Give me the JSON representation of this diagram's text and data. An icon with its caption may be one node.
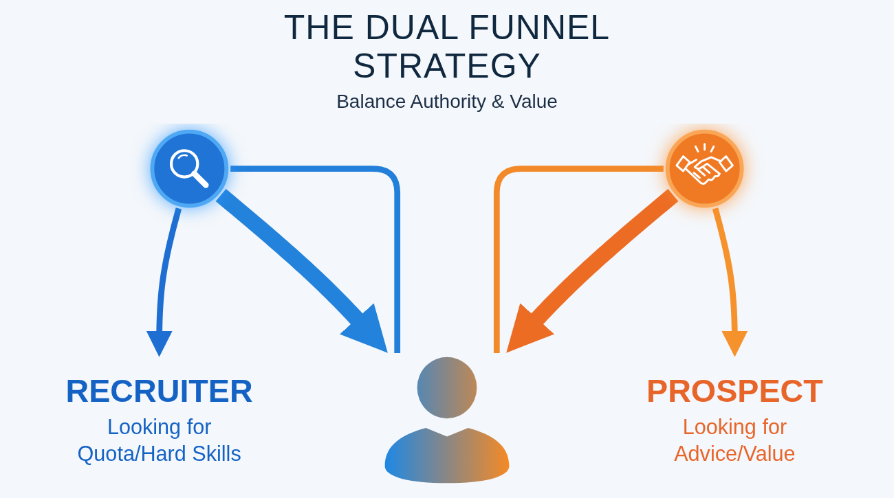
{
  "diagram": {
    "title": "THE DUAL FUNNEL STRATEGY",
    "nodes": [
      {
        "text": [],
        "shape": "circle"
      },
      {
        "text": [],
        "shape": "circle"
      },
      {
        "text": [
          "RECRUITER",
          "Looking for Quota/Hard Skills"
        ]
      },
      {
        "text": [],
        "shape": "person"
      },
      {
        "text": [
          "PROSPECT",
          "Looking for Advice/Value"
        ]
      }
    ],
    "edges": [
      {
        "from": 0,
        "to": 2,
        "arrow": "to",
        "color": "#1f6fd2"
      },
      {
        "from": 0,
        "to": 3,
        "arrow": "none",
        "color": "#2380da"
      },
      {
        "from": 0,
        "to": 3,
        "arrow": "to",
        "style": "thick",
        "color": "#2383dc"
      },
      {
        "from": 1,
        "to": 3,
        "arrow": "to",
        "style": "thick",
        "color": "#ec6c24"
      },
      {
        "from": 1,
        "to": 3,
        "arrow": "none",
        "color": "#f28a2a"
      },
      {
        "from": 1,
        "to": 4,
        "arrow": "to",
        "color": "#f5922c"
      }
    ],
    "labels": [
      "Balance Authority & Value"
    ]
  }
}
